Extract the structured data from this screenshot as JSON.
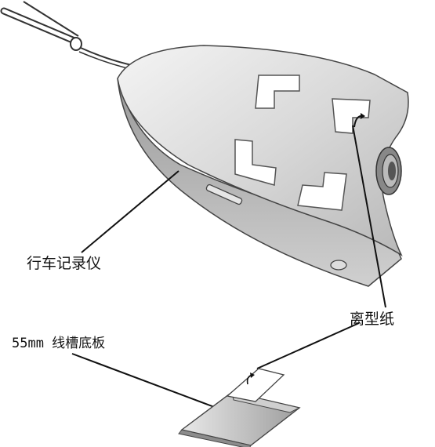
{
  "labels": {
    "recorder": "行车记录仪",
    "release_paper": "离型纸",
    "base_plate": "55mm 线槽底板"
  }
}
